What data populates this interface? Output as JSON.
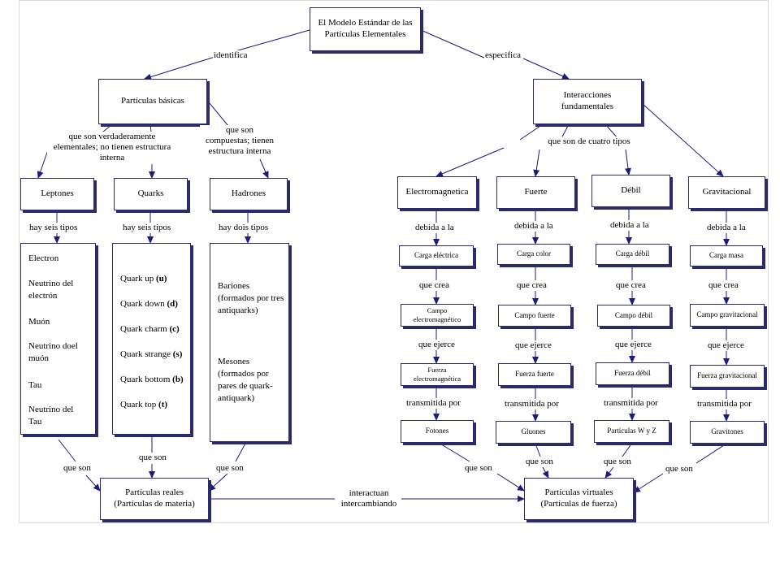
{
  "diagram": {
    "title": "El Modelo Estándar de las\nPartículas Elementales",
    "nodes": {
      "basicas": "Partículas básicas",
      "interacciones": "Interacciones\nfundamentales",
      "leptones": "Leptones",
      "quarks": "Quarks",
      "hadrones": "Hadrones",
      "electromagnetica": "Electromagnetica",
      "fuerte": "Fuerte",
      "debil": "Débil",
      "gravitacional": "Gravitacional",
      "carga_electrica": "Carga eléctrica",
      "carga_color": "Carga color",
      "carga_debil": "Carga débil",
      "carga_masa": "Carga masa",
      "campo_em": "Campo\nelectromagnético",
      "campo_fuerte": "Campo fuerte",
      "campo_debil": "Campo débil",
      "campo_grav": "Campo gravitacional",
      "fuerza_em": "Fuerza\nelectromagnética",
      "fuerza_fuerte": "Fuerza fuerte",
      "fuerza_debil": "Fuerza débil",
      "fuerza_grav": "Fuerza gravitacional",
      "fotones": "Fotones",
      "gluones": "Gluones",
      "particulas_wz": "Partículas W y Z",
      "gravitones": "Gravitones",
      "reales": "Partículas reales\n(Partículas de materia)",
      "virtuales": "Partículas virtuales\n(Partículas de fuerza)"
    },
    "lists": {
      "leptones": [
        "Electron",
        "Neutrino del\nelectrón",
        "Muón",
        "Neutrino doel\nmuón",
        "Tau",
        "Neutrino del\nTau"
      ],
      "quarks": [
        {
          "name": "Quark up",
          "sym": "(u)"
        },
        {
          "name": "Quark down",
          "sym": "(d)"
        },
        {
          "name": "Quark charm",
          "sym": "(c)"
        },
        {
          "name": "Quark strange",
          "sym": "(s)"
        },
        {
          "name": "Quark bottom",
          "sym": "(b)"
        },
        {
          "name": "Quark top",
          "sym": "(t)"
        }
      ],
      "hadrones": [
        "Bariones\n(formados por tres\nantiquarks)",
        "Mesones\n(formados por\npares de quark-\nantiquark)"
      ]
    },
    "labels": {
      "identifica": "identifica",
      "especifica": "especifica",
      "verdaderamente": "que son verdaderamente\nelementales; no tienen estructura\ninterna",
      "compuestas": "que son\ncompuestas; tienen\nestructura interna",
      "cuatro_tipos": "que son de cuatro tipos",
      "seis_tipos_1": "hay seis tipos",
      "seis_tipos_2": "hay seis tipos",
      "dois_tipos": "hay dois tipos",
      "debida_1": "debida a la",
      "debida_2": "debida a la",
      "debida_3": "debida a la",
      "debida_4": "debida a la",
      "crea_1": "que crea",
      "crea_2": "que crea",
      "crea_3": "que crea",
      "crea_4": "que crea",
      "ejerce_1": "que ejerce",
      "ejerce_2": "que ejerce",
      "ejerce_3": "que ejerce",
      "ejerce_4": "que ejerce",
      "transmitida_1": "transmitida por",
      "transmitida_2": "transmitida por",
      "transmitida_3": "transmitida por",
      "transmitida_4": "transmitida por",
      "queson_1": "que son",
      "queson_2": "que son",
      "queson_3": "que son",
      "queson_4": "que son",
      "queson_5": "que son",
      "queson_6": "que son",
      "queson_7": "que son",
      "interactuan": "interactuan\nintercambiando"
    },
    "colors": {
      "line": "#1c1c7a",
      "shadow": "#2b2b6b",
      "border": "#2a2a6e"
    }
  }
}
